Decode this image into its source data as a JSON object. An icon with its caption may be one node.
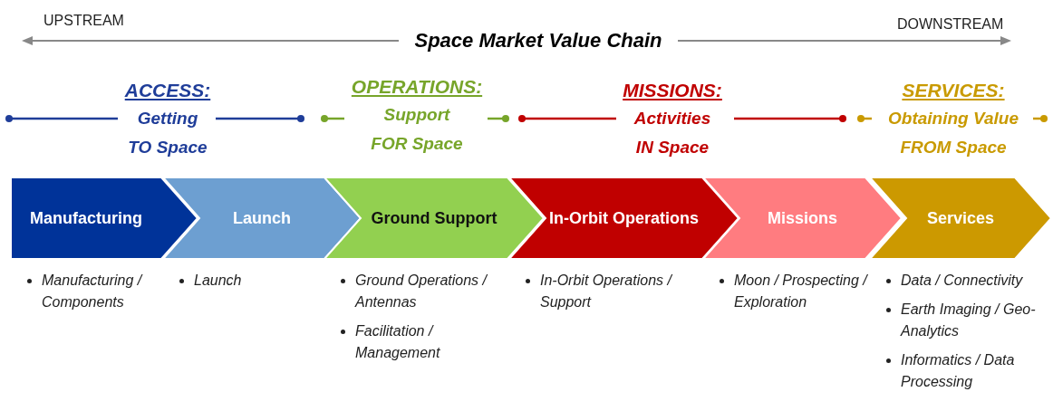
{
  "diagram": {
    "title": "Space Market Value Chain",
    "nodes": [
      {
        "text": [
          "Manufacturing"
        ],
        "beside": [
          "Manufacturing / Components"
        ]
      },
      {
        "text": [
          "Launch"
        ],
        "beside": [
          "Launch"
        ]
      },
      {
        "text": [
          "Ground Support"
        ],
        "beside": [
          "Ground Operations / Antennas",
          "Facilitation / Management"
        ]
      },
      {
        "text": [
          "In-Orbit Operations"
        ],
        "beside": [
          "In-Orbit Operations / Support"
        ]
      },
      {
        "text": [
          "Missions"
        ],
        "beside": [
          "Moon / Prospecting / Exploration"
        ]
      },
      {
        "text": [
          "Services"
        ],
        "beside": [
          "Data / Connectivity",
          "Earth Imaging / Geo-Analytics",
          "Informatics / Data Processing"
        ]
      }
    ],
    "edges": [],
    "labels": [
      "UPSTREAM",
      "DOWNSTREAM",
      "ACCESS:",
      "Getting TO Space",
      "OPERATIONS:",
      "Support FOR Space",
      "MISSIONS:",
      "Activities IN Space",
      "SERVICES:",
      "Obtaining Value FROM Space"
    ]
  }
}
